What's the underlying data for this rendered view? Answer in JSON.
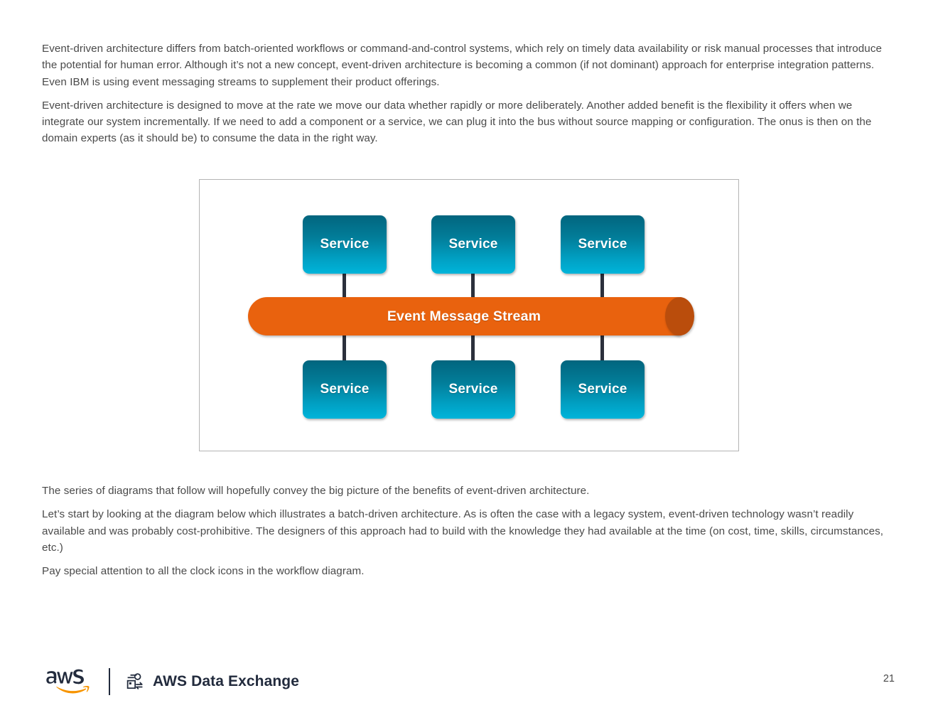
{
  "document": {
    "page_number": "21"
  },
  "prose_top": {
    "paragraphs": [
      "Event-driven architecture differs from batch-oriented workflows or command-and-control systems, which rely on timely data availability or risk manual processes that introduce the potential for human error. Although it’s not a new concept, event-driven architecture is becoming a common (if not dominant) approach for enterprise integration patterns. Even IBM is using event messaging streams to supplement their product offerings.",
      "Event-driven architecture is designed to move at the rate we move our data whether rapidly or more deliberately. Another added benefit is the flexibility it offers when we integrate our system incrementally. If we need to add a component or a service, we can plug it into the bus without source mapping or configuration. The onus is then on the domain experts (as it should be) to consume the data in the right way."
    ]
  },
  "prose_bottom": {
    "paragraphs": [
      "The series of diagrams that follow will hopefully convey the big picture of the benefits of event-driven architecture.",
      "Let’s start by looking at the diagram below which illustrates a batch-driven architecture. As is often the case with a legacy system, event-driven technology wasn’t readily available and was probably cost-prohibitive. The designers of this approach had to build with the knowledge they had available at the time (on cost, time, skills, circumstances, etc.)",
      "Pay special attention to all the clock icons in the workflow diagram."
    ]
  },
  "diagram": {
    "bus": {
      "label": "Event Message Stream",
      "fill_color": "#e9620e",
      "cap_color": "#ba4d0c"
    },
    "services_top": [
      {
        "label": "Service"
      },
      {
        "label": "Service"
      },
      {
        "label": "Service"
      }
    ],
    "services_bottom": [
      {
        "label": "Service"
      },
      {
        "label": "Service"
      },
      {
        "label": "Service"
      }
    ],
    "service_colors": {
      "gradient_top": "#02657e",
      "gradient_bottom": "#00b4da"
    },
    "connector_color": "#2b303c",
    "frame_border_color": "#b4b4b4"
  },
  "footer": {
    "brand": "aws",
    "product_name": "AWS Data Exchange",
    "logo_navy": "#222b3d",
    "logo_orange": "#f79400"
  }
}
